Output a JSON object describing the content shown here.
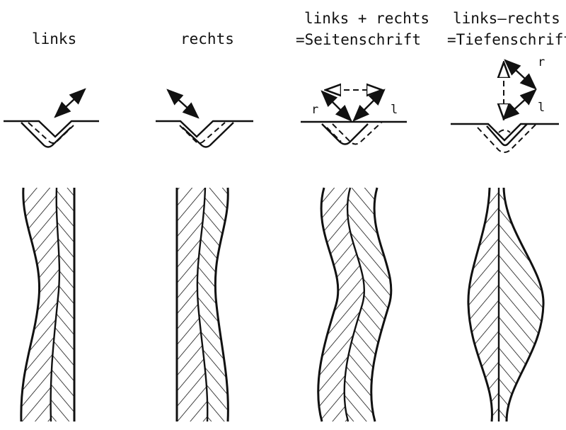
{
  "columns": [
    {
      "title_lines": [
        "links"
      ]
    },
    {
      "title_lines": [
        "rechts"
      ]
    },
    {
      "title_lines": [
        "links + rechts",
        "=Seitenschrift"
      ],
      "labels": [
        "r",
        "l"
      ]
    },
    {
      "title_lines": [
        "links–rechts",
        "=Tiefenschrift"
      ],
      "labels": [
        "r",
        "l"
      ]
    }
  ],
  "colors": {
    "ink": "#111111",
    "background": "#ffffff"
  }
}
